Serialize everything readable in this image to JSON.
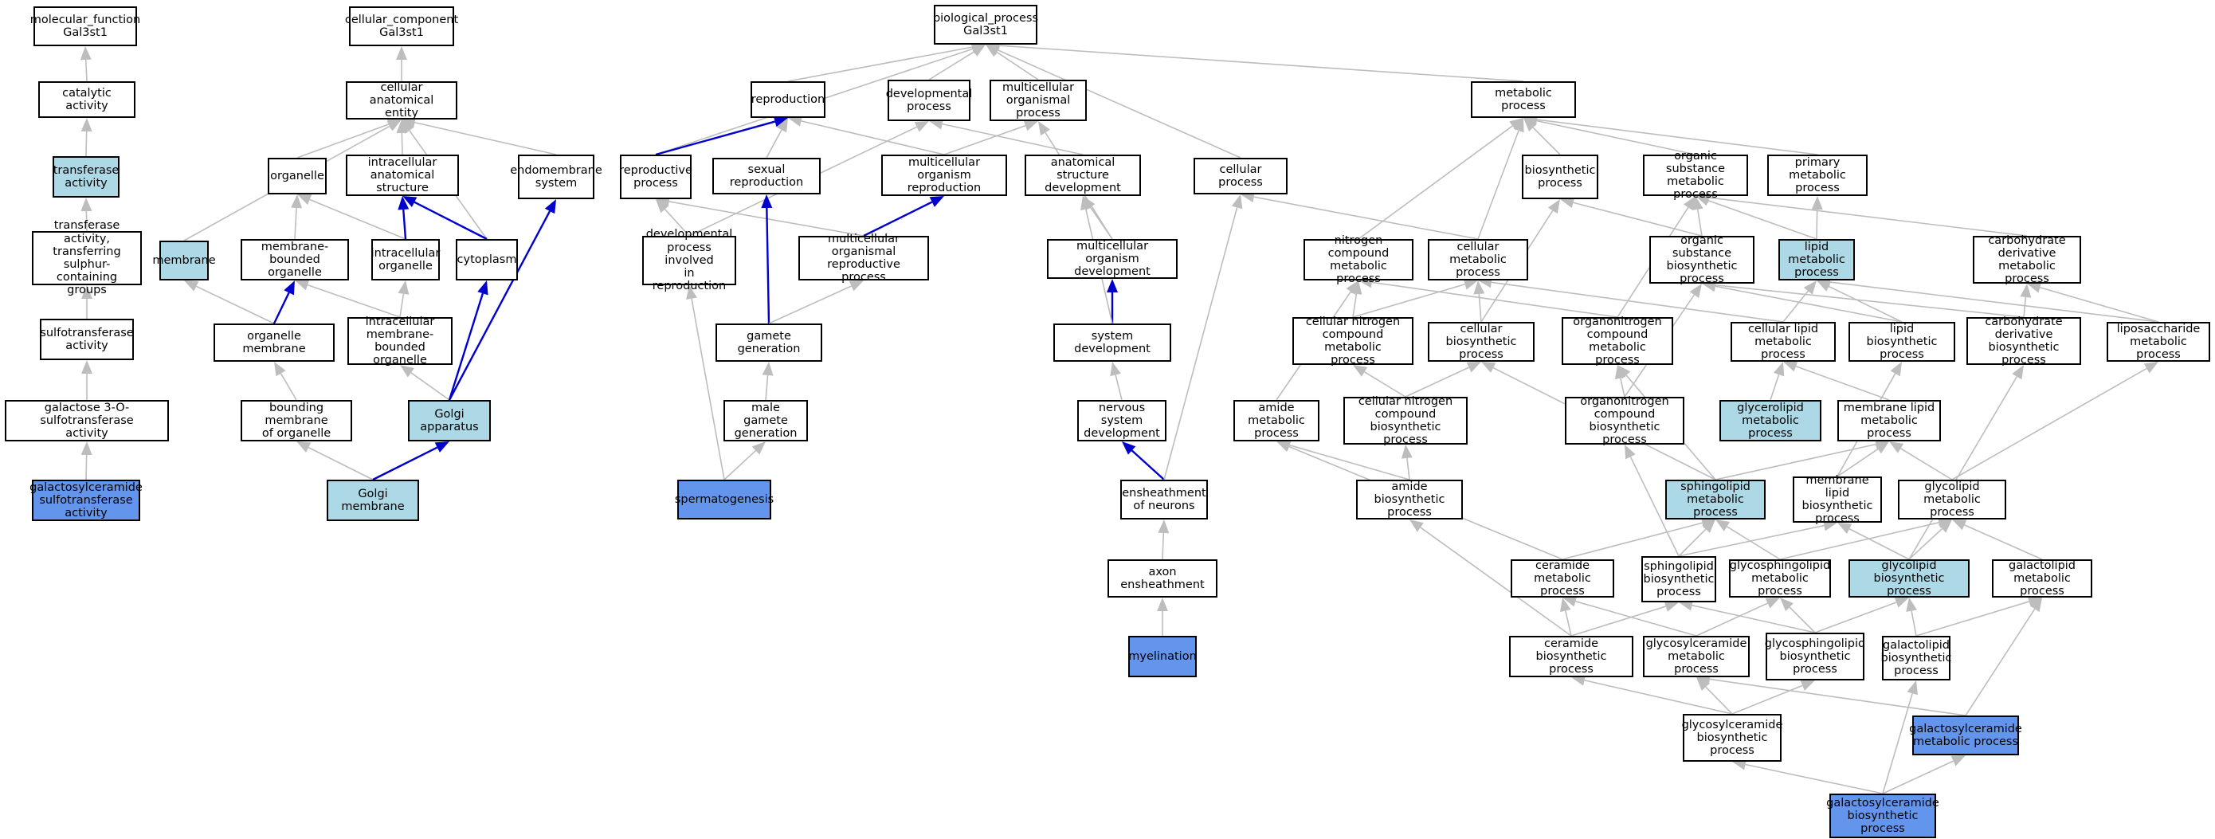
{
  "colors": {
    "edge_gray": "#bdbdbd",
    "edge_blue": "#0000cd",
    "node_white": "#ffffff",
    "node_light": "#add8e6",
    "node_dark": "#6495ed"
  },
  "nodes": [
    {
      "id": "mf",
      "label": "molecular_function\nGal3st1",
      "style": "white"
    },
    {
      "id": "catalytic",
      "label": "catalytic activity",
      "style": "white"
    },
    {
      "id": "transferase",
      "label": "transferase\nactivity",
      "style": "light"
    },
    {
      "id": "transSulf",
      "label": "transferase\nactivity, transferring\nsulphur-containing\ngroups",
      "style": "white"
    },
    {
      "id": "sulfotrans",
      "label": "sulfotransferase\nactivity",
      "style": "white"
    },
    {
      "id": "gal3o",
      "label": "galactose 3-O-sulfotransferase\nactivity",
      "style": "white"
    },
    {
      "id": "galCerSulf",
      "label": "galactosylceramide\nsulfotransferase\nactivity",
      "style": "dark"
    },
    {
      "id": "cc",
      "label": "cellular_component\nGal3st1",
      "style": "white"
    },
    {
      "id": "cae",
      "label": "cellular anatomical\nentity",
      "style": "white"
    },
    {
      "id": "organelle",
      "label": "organelle",
      "style": "white"
    },
    {
      "id": "ias",
      "label": "intracellular\nanatomical structure",
      "style": "white"
    },
    {
      "id": "endomem",
      "label": "endomembrane\nsystem",
      "style": "white"
    },
    {
      "id": "membrane",
      "label": "membrane",
      "style": "light"
    },
    {
      "id": "mbo",
      "label": "membrane-bounded\norganelle",
      "style": "white"
    },
    {
      "id": "intraOrg",
      "label": "intracellular\norganelle",
      "style": "white"
    },
    {
      "id": "cytoplasm",
      "label": "cytoplasm",
      "style": "white"
    },
    {
      "id": "orgMem",
      "label": "organelle membrane",
      "style": "white"
    },
    {
      "id": "imbo",
      "label": "intracellular\nmembrane-bounded\norganelle",
      "style": "white"
    },
    {
      "id": "boundMem",
      "label": "bounding membrane\nof organelle",
      "style": "white"
    },
    {
      "id": "golgiApp",
      "label": "Golgi apparatus",
      "style": "light"
    },
    {
      "id": "golgiMem",
      "label": "Golgi membrane",
      "style": "light"
    },
    {
      "id": "bp",
      "label": "biological_process\nGal3st1",
      "style": "white"
    },
    {
      "id": "reproduction",
      "label": "reproduction",
      "style": "white"
    },
    {
      "id": "devProc",
      "label": "developmental\nprocess",
      "style": "white"
    },
    {
      "id": "multiProc",
      "label": "multicellular\norganismal process",
      "style": "white"
    },
    {
      "id": "metabolic",
      "label": "metabolic process",
      "style": "white"
    },
    {
      "id": "reproProc",
      "label": "reproductive\nprocess",
      "style": "white"
    },
    {
      "id": "sexRepro",
      "label": "sexual reproduction",
      "style": "white"
    },
    {
      "id": "multiOrgRepro",
      "label": "multicellular\norganism reproduction",
      "style": "white"
    },
    {
      "id": "anatDev",
      "label": "anatomical structure\ndevelopment",
      "style": "white"
    },
    {
      "id": "cellProc",
      "label": "cellular process",
      "style": "white"
    },
    {
      "id": "devRepro",
      "label": "developmental\nprocess involved\nin reproduction",
      "style": "white"
    },
    {
      "id": "multiReproProc",
      "label": "multicellular\norganismal reproductive\nprocess",
      "style": "white"
    },
    {
      "id": "multiOrgDev",
      "label": "multicellular\norganism development",
      "style": "white"
    },
    {
      "id": "gameteGen",
      "label": "gamete generation",
      "style": "white"
    },
    {
      "id": "sysDev",
      "label": "system development",
      "style": "white"
    },
    {
      "id": "maleGamete",
      "label": "male gamete\ngeneration",
      "style": "white"
    },
    {
      "id": "nervDev",
      "label": "nervous system\ndevelopment",
      "style": "white"
    },
    {
      "id": "spermato",
      "label": "spermatogenesis",
      "style": "dark"
    },
    {
      "id": "ensheathNeur",
      "label": "ensheathment\nof neurons",
      "style": "white"
    },
    {
      "id": "axonEnsheath",
      "label": "axon ensheathment",
      "style": "white"
    },
    {
      "id": "myelination",
      "label": "myelination",
      "style": "dark"
    },
    {
      "id": "biosynthetic",
      "label": "biosynthetic\nprocess",
      "style": "white"
    },
    {
      "id": "orgSubMet",
      "label": "organic substance\nmetabolic process",
      "style": "white"
    },
    {
      "id": "primaryMet",
      "label": "primary metabolic\nprocess",
      "style": "white"
    },
    {
      "id": "nitroMet",
      "label": "nitrogen compound\nmetabolic process",
      "style": "white"
    },
    {
      "id": "cellMet",
      "label": "cellular metabolic\nprocess",
      "style": "white"
    },
    {
      "id": "orgSubBio",
      "label": "organic substance\nbiosynthetic\nprocess",
      "style": "white"
    },
    {
      "id": "lipidMet",
      "label": "lipid metabolic\nprocess",
      "style": "light"
    },
    {
      "id": "carbDerivMet",
      "label": "carbohydrate\nderivative metabolic\nprocess",
      "style": "white"
    },
    {
      "id": "cellNitroMet",
      "label": "cellular nitrogen\ncompound metabolic\nprocess",
      "style": "white"
    },
    {
      "id": "cellBio",
      "label": "cellular biosynthetic\nprocess",
      "style": "white"
    },
    {
      "id": "organoNitroMet",
      "label": "organonitrogen\ncompound metabolic\nprocess",
      "style": "white"
    },
    {
      "id": "cellLipidMet",
      "label": "cellular lipid\nmetabolic process",
      "style": "white"
    },
    {
      "id": "lipidBio",
      "label": "lipid biosynthetic\nprocess",
      "style": "white"
    },
    {
      "id": "carbDerivBio",
      "label": "carbohydrate\nderivative biosynthetic\nprocess",
      "style": "white"
    },
    {
      "id": "lipoSacch",
      "label": "liposaccharide\nmetabolic process",
      "style": "white"
    },
    {
      "id": "amideMet",
      "label": "amide metabolic\nprocess",
      "style": "white"
    },
    {
      "id": "cellNitroBio",
      "label": "cellular nitrogen\ncompound biosynthetic\nprocess",
      "style": "white"
    },
    {
      "id": "organoNitroBio",
      "label": "organonitrogen\ncompound biosynthetic\nprocess",
      "style": "white"
    },
    {
      "id": "glycerolipid",
      "label": "glycerolipid\nmetabolic process",
      "style": "light"
    },
    {
      "id": "memLipidMet",
      "label": "membrane lipid\nmetabolic process",
      "style": "white"
    },
    {
      "id": "amideBio",
      "label": "amide biosynthetic\nprocess",
      "style": "white"
    },
    {
      "id": "sphingoMet",
      "label": "sphingolipid\nmetabolic process",
      "style": "light"
    },
    {
      "id": "memLipidBio",
      "label": "membrane lipid\nbiosynthetic\nprocess",
      "style": "white"
    },
    {
      "id": "glycolipidMet",
      "label": "glycolipid metabolic\nprocess",
      "style": "white"
    },
    {
      "id": "ceramideMet",
      "label": "ceramide metabolic\nprocess",
      "style": "white"
    },
    {
      "id": "sphingoBio",
      "label": "sphingolipid\nbiosynthetic\nprocess",
      "style": "white"
    },
    {
      "id": "glycosphingoMet",
      "label": "glycosphingolipid\nmetabolic process",
      "style": "white"
    },
    {
      "id": "glycolipidBio",
      "label": "glycolipid biosynthetic\nprocess",
      "style": "light"
    },
    {
      "id": "galactolipidMet",
      "label": "galactolipid\nmetabolic process",
      "style": "white"
    },
    {
      "id": "ceramideBio",
      "label": "ceramide biosynthetic\nprocess",
      "style": "white"
    },
    {
      "id": "glycosylCerMet",
      "label": "glycosylceramide\nmetabolic process",
      "style": "white"
    },
    {
      "id": "glycosphingoBio",
      "label": "glycosphingolipid\nbiosynthetic\nprocess",
      "style": "white"
    },
    {
      "id": "galactolipidBio",
      "label": "galactolipid\nbiosynthetic\nprocess",
      "style": "white"
    },
    {
      "id": "glycosylCerBio",
      "label": "glycosylceramide\nbiosynthetic\nprocess",
      "style": "white"
    },
    {
      "id": "galCerMet",
      "label": "galactosylceramide\nmetabolic process",
      "style": "dark"
    },
    {
      "id": "galCerBio",
      "label": "galactosylceramide\nbiosynthetic\nprocess",
      "style": "dark"
    }
  ],
  "edges": [
    {
      "from": "catalytic",
      "to": "mf",
      "color": "gray"
    },
    {
      "from": "transferase",
      "to": "catalytic",
      "color": "gray"
    },
    {
      "from": "transSulf",
      "to": "transferase",
      "color": "gray"
    },
    {
      "from": "sulfotrans",
      "to": "transSulf",
      "color": "gray"
    },
    {
      "from": "gal3o",
      "to": "sulfotrans",
      "color": "gray"
    },
    {
      "from": "galCerSulf",
      "to": "gal3o",
      "color": "gray"
    },
    {
      "from": "cae",
      "to": "cc",
      "color": "gray"
    },
    {
      "from": "membrane",
      "to": "cae",
      "color": "gray"
    },
    {
      "from": "organelle",
      "to": "cae",
      "color": "gray"
    },
    {
      "from": "ias",
      "to": "cae",
      "color": "gray"
    },
    {
      "from": "endomem",
      "to": "cae",
      "color": "gray"
    },
    {
      "from": "cytoplasm",
      "to": "cae",
      "color": "gray"
    },
    {
      "from": "mbo",
      "to": "organelle",
      "color": "gray"
    },
    {
      "from": "intraOrg",
      "to": "organelle",
      "color": "gray"
    },
    {
      "from": "intraOrg",
      "to": "ias",
      "color": "blue"
    },
    {
      "from": "cytoplasm",
      "to": "ias",
      "color": "blue"
    },
    {
      "from": "orgMem",
      "to": "membrane",
      "color": "gray"
    },
    {
      "from": "orgMem",
      "to": "mbo",
      "color": "blue"
    },
    {
      "from": "imbo",
      "to": "mbo",
      "color": "gray"
    },
    {
      "from": "imbo",
      "to": "intraOrg",
      "color": "gray"
    },
    {
      "from": "boundMem",
      "to": "orgMem",
      "color": "gray"
    },
    {
      "from": "golgiApp",
      "to": "imbo",
      "color": "gray"
    },
    {
      "from": "golgiApp",
      "to": "cytoplasm",
      "color": "blue"
    },
    {
      "from": "golgiApp",
      "to": "endomem",
      "color": "blue"
    },
    {
      "from": "golgiMem",
      "to": "boundMem",
      "color": "gray"
    },
    {
      "from": "golgiMem",
      "to": "golgiApp",
      "color": "blue"
    },
    {
      "from": "reproduction",
      "to": "bp",
      "color": "gray"
    },
    {
      "from": "devProc",
      "to": "bp",
      "color": "gray"
    },
    {
      "from": "multiProc",
      "to": "bp",
      "color": "gray"
    },
    {
      "from": "metabolic",
      "to": "bp",
      "color": "gray"
    },
    {
      "from": "cellProc",
      "to": "bp",
      "color": "gray"
    },
    {
      "from": "reproProc",
      "to": "bp",
      "color": "gray"
    },
    {
      "from": "reproProc",
      "to": "reproduction",
      "color": "blue"
    },
    {
      "from": "sexRepro",
      "to": "reproduction",
      "color": "gray"
    },
    {
      "from": "multiOrgRepro",
      "to": "reproduction",
      "color": "gray"
    },
    {
      "from": "multiOrgRepro",
      "to": "multiProc",
      "color": "gray"
    },
    {
      "from": "anatDev",
      "to": "devProc",
      "color": "gray"
    },
    {
      "from": "devRepro",
      "to": "reproProc",
      "color": "gray"
    },
    {
      "from": "devRepro",
      "to": "devProc",
      "color": "gray"
    },
    {
      "from": "multiReproProc",
      "to": "reproProc",
      "color": "gray"
    },
    {
      "from": "multiReproProc",
      "to": "multiOrgRepro",
      "color": "blue"
    },
    {
      "from": "multiOrgDev",
      "to": "anatDev",
      "color": "gray"
    },
    {
      "from": "multiOrgDev",
      "to": "multiProc",
      "color": "gray"
    },
    {
      "from": "gameteGen",
      "to": "sexRepro",
      "color": "blue"
    },
    {
      "from": "gameteGen",
      "to": "multiReproProc",
      "color": "gray"
    },
    {
      "from": "sysDev",
      "to": "multiOrgDev",
      "color": "blue"
    },
    {
      "from": "sysDev",
      "to": "anatDev",
      "color": "gray"
    },
    {
      "from": "maleGamete",
      "to": "gameteGen",
      "color": "gray"
    },
    {
      "from": "nervDev",
      "to": "sysDev",
      "color": "gray"
    },
    {
      "from": "spermato",
      "to": "maleGamete",
      "color": "gray"
    },
    {
      "from": "spermato",
      "to": "devRepro",
      "color": "gray"
    },
    {
      "from": "ensheathNeur",
      "to": "nervDev",
      "color": "blue"
    },
    {
      "from": "ensheathNeur",
      "to": "cellProc",
      "color": "gray"
    },
    {
      "from": "axonEnsheath",
      "to": "ensheathNeur",
      "color": "gray"
    },
    {
      "from": "myelination",
      "to": "axonEnsheath",
      "color": "gray"
    },
    {
      "from": "biosynthetic",
      "to": "metabolic",
      "color": "gray"
    },
    {
      "from": "orgSubMet",
      "to": "metabolic",
      "color": "gray"
    },
    {
      "from": "primaryMet",
      "to": "metabolic",
      "color": "gray"
    },
    {
      "from": "nitroMet",
      "to": "metabolic",
      "color": "gray"
    },
    {
      "from": "cellMet",
      "to": "metabolic",
      "color": "gray"
    },
    {
      "from": "cellMet",
      "to": "cellProc",
      "color": "gray"
    },
    {
      "from": "orgSubBio",
      "to": "biosynthetic",
      "color": "gray"
    },
    {
      "from": "orgSubBio",
      "to": "orgSubMet",
      "color": "gray"
    },
    {
      "from": "lipidMet",
      "to": "orgSubMet",
      "color": "gray"
    },
    {
      "from": "lipidMet",
      "to": "primaryMet",
      "color": "gray"
    },
    {
      "from": "carbDerivMet",
      "to": "orgSubMet",
      "color": "gray"
    },
    {
      "from": "cellNitroMet",
      "to": "nitroMet",
      "color": "gray"
    },
    {
      "from": "cellNitroMet",
      "to": "cellMet",
      "color": "gray"
    },
    {
      "from": "cellBio",
      "to": "cellMet",
      "color": "gray"
    },
    {
      "from": "cellBio",
      "to": "biosynthetic",
      "color": "gray"
    },
    {
      "from": "organoNitroMet",
      "to": "nitroMet",
      "color": "gray"
    },
    {
      "from": "organoNitroMet",
      "to": "orgSubMet",
      "color": "gray"
    },
    {
      "from": "cellLipidMet",
      "to": "lipidMet",
      "color": "gray"
    },
    {
      "from": "cellLipidMet",
      "to": "cellMet",
      "color": "gray"
    },
    {
      "from": "lipidBio",
      "to": "lipidMet",
      "color": "gray"
    },
    {
      "from": "lipidBio",
      "to": "orgSubBio",
      "color": "gray"
    },
    {
      "from": "carbDerivBio",
      "to": "carbDerivMet",
      "color": "gray"
    },
    {
      "from": "carbDerivBio",
      "to": "orgSubBio",
      "color": "gray"
    },
    {
      "from": "lipoSacch",
      "to": "lipidMet",
      "color": "gray"
    },
    {
      "from": "lipoSacch",
      "to": "carbDerivMet",
      "color": "gray"
    },
    {
      "from": "amideMet",
      "to": "nitroMet",
      "color": "gray"
    },
    {
      "from": "cellNitroBio",
      "to": "cellNitroMet",
      "color": "gray"
    },
    {
      "from": "cellNitroBio",
      "to": "cellBio",
      "color": "gray"
    },
    {
      "from": "organoNitroBio",
      "to": "organoNitroMet",
      "color": "gray"
    },
    {
      "from": "organoNitroBio",
      "to": "orgSubBio",
      "color": "gray"
    },
    {
      "from": "glycerolipid",
      "to": "cellLipidMet",
      "color": "gray"
    },
    {
      "from": "memLipidMet",
      "to": "cellLipidMet",
      "color": "gray"
    },
    {
      "from": "amideBio",
      "to": "amideMet",
      "color": "gray"
    },
    {
      "from": "amideBio",
      "to": "cellNitroBio",
      "color": "gray"
    },
    {
      "from": "sphingoMet",
      "to": "memLipidMet",
      "color": "gray"
    },
    {
      "from": "sphingoMet",
      "to": "organoNitroMet",
      "color": "gray"
    },
    {
      "from": "sphingoMet",
      "to": "cellBio",
      "color": "gray"
    },
    {
      "from": "memLipidBio",
      "to": "memLipidMet",
      "color": "gray"
    },
    {
      "from": "memLipidBio",
      "to": "lipidBio",
      "color": "gray"
    },
    {
      "from": "glycolipidMet",
      "to": "memLipidMet",
      "color": "gray"
    },
    {
      "from": "glycolipidMet",
      "to": "lipoSacch",
      "color": "gray"
    },
    {
      "from": "ceramideMet",
      "to": "sphingoMet",
      "color": "gray"
    },
    {
      "from": "ceramideMet",
      "to": "amideMet",
      "color": "gray"
    },
    {
      "from": "sphingoBio",
      "to": "sphingoMet",
      "color": "gray"
    },
    {
      "from": "sphingoBio",
      "to": "memLipidBio",
      "color": "gray"
    },
    {
      "from": "sphingoBio",
      "to": "organoNitroBio",
      "color": "gray"
    },
    {
      "from": "glycosphingoMet",
      "to": "sphingoMet",
      "color": "gray"
    },
    {
      "from": "glycosphingoMet",
      "to": "glycolipidMet",
      "color": "gray"
    },
    {
      "from": "glycolipidBio",
      "to": "glycolipidMet",
      "color": "gray"
    },
    {
      "from": "glycolipidBio",
      "to": "memLipidBio",
      "color": "gray"
    },
    {
      "from": "glycolipidBio",
      "to": "carbDerivBio",
      "color": "gray"
    },
    {
      "from": "galactolipidMet",
      "to": "glycolipidMet",
      "color": "gray"
    },
    {
      "from": "ceramideBio",
      "to": "ceramideMet",
      "color": "gray"
    },
    {
      "from": "ceramideBio",
      "to": "sphingoBio",
      "color": "gray"
    },
    {
      "from": "ceramideBio",
      "to": "amideBio",
      "color": "gray"
    },
    {
      "from": "glycosylCerMet",
      "to": "ceramideMet",
      "color": "gray"
    },
    {
      "from": "glycosylCerMet",
      "to": "glycosphingoMet",
      "color": "gray"
    },
    {
      "from": "glycosphingoBio",
      "to": "glycosphingoMet",
      "color": "gray"
    },
    {
      "from": "glycosphingoBio",
      "to": "sphingoBio",
      "color": "gray"
    },
    {
      "from": "glycosphingoBio",
      "to": "glycolipidBio",
      "color": "gray"
    },
    {
      "from": "galactolipidBio",
      "to": "galactolipidMet",
      "color": "gray"
    },
    {
      "from": "galactolipidBio",
      "to": "glycolipidBio",
      "color": "gray"
    },
    {
      "from": "glycosylCerBio",
      "to": "ceramideBio",
      "color": "gray"
    },
    {
      "from": "glycosylCerBio",
      "to": "glycosylCerMet",
      "color": "gray"
    },
    {
      "from": "glycosylCerBio",
      "to": "glycosphingoBio",
      "color": "gray"
    },
    {
      "from": "galCerMet",
      "to": "glycosylCerMet",
      "color": "gray"
    },
    {
      "from": "galCerMet",
      "to": "galactolipidMet",
      "color": "gray"
    },
    {
      "from": "galCerBio",
      "to": "glycosylCerBio",
      "color": "gray"
    },
    {
      "from": "galCerBio",
      "to": "galCerMet",
      "color": "gray"
    },
    {
      "from": "galCerBio",
      "to": "galactolipidBio",
      "color": "gray"
    }
  ]
}
